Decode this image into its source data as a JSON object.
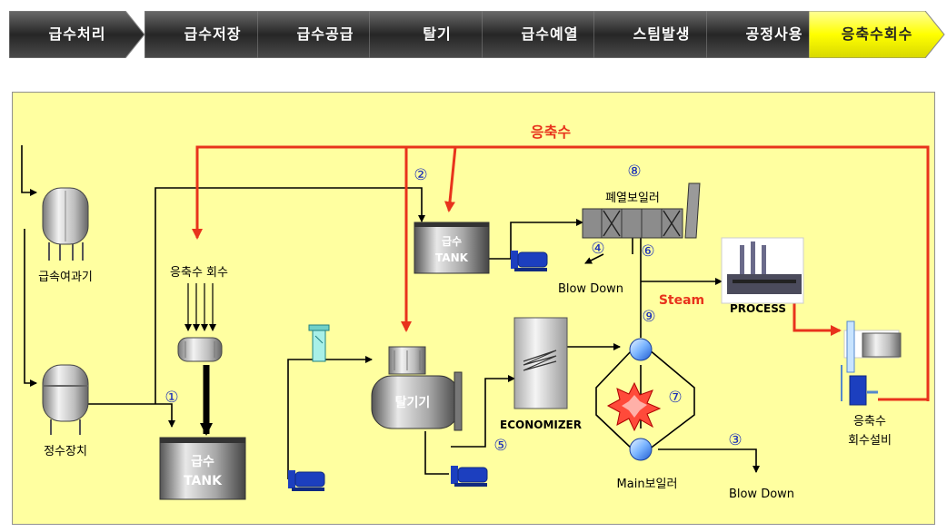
{
  "process_steps": [
    {
      "label": "급수처리",
      "active": false
    },
    {
      "label": "급수저장",
      "active": false
    },
    {
      "label": "급수공급",
      "active": false
    },
    {
      "label": "탈기",
      "active": false
    },
    {
      "label": "급수예열",
      "active": false
    },
    {
      "label": "스팀발생",
      "active": false
    },
    {
      "label": "공정사용",
      "active": false
    },
    {
      "label": "응축수회수",
      "active": true
    }
  ],
  "diagram": {
    "condensate_label": "응축수",
    "feed_filter_label": "급속여과기",
    "purifier_label": "정수장치",
    "condensate_recovery_label": "응축수 회수",
    "feed_tank_label_top": "급수",
    "feed_tank_label_bottom": "TANK",
    "upper_tank_label_top": "급수",
    "upper_tank_label_bottom": "TANK",
    "deaerator_label": "탈기기",
    "economizer_label": "ECONOMIZER",
    "waste_heat_boiler_label": "폐열보일러",
    "blowdown_upper_label": "Blow Down",
    "blowdown_lower_label": "Blow Down",
    "steam_label": "Steam",
    "process_label": "PROCESS",
    "main_boiler_label": "Main보일러",
    "recovery_unit_label_1": "응축수",
    "recovery_unit_label_2": "회수설비",
    "markers": {
      "m1": "①",
      "m2": "②",
      "m3": "③",
      "m4": "④",
      "m5": "⑤",
      "m6": "⑥",
      "m7": "⑦",
      "m8": "⑧",
      "m9": "⑨"
    }
  },
  "colors": {
    "panel_background": "#ffffa0",
    "condensate_line": "#e8331c",
    "active_step": "#ffff00",
    "inactive_step": "#2a2a2a"
  }
}
